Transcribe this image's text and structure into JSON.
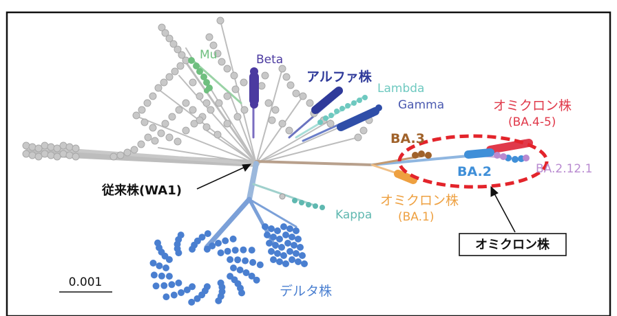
{
  "labels": {
    "mu": "Mu",
    "beta": "Beta",
    "alpha": "アルファ株",
    "lambda": "Lambda",
    "gamma": "Gamma",
    "omicron_ba45_line1": "オミクロン株",
    "omicron_ba45_line2": "(BA.4-5)",
    "ba3": "BA.3",
    "ba2": "BA.2",
    "ba2121": "BA.2.12.1",
    "original": "従来株(WA1)",
    "kappa": "Kappa",
    "omicron_ba1_line1": "オミクロン株",
    "omicron_ba1_line2": "(BA.1)",
    "omicron_box": "オミクロン株",
    "delta": "デルタ株",
    "scale": "0.001"
  },
  "colors": {
    "grey": "#c8c8c8",
    "grey_stroke": "#a8a8a8",
    "mu": "#6fbf7f",
    "beta": "#4b3aa0",
    "alpha": "#2f3a9a",
    "lambda": "#6ec9c0",
    "gamma": "#2f4ea8",
    "omicron_red": "#e0394a",
    "ba3_brown": "#a0622a",
    "ba2_blue": "#3f8fd8",
    "ba2121_purple": "#b88ad0",
    "kappa_teal": "#5fb8b0",
    "ba1_orange": "#eea040",
    "delta_blue": "#4a7fd0",
    "dash_red": "#e3242b",
    "black": "#111111"
  }
}
